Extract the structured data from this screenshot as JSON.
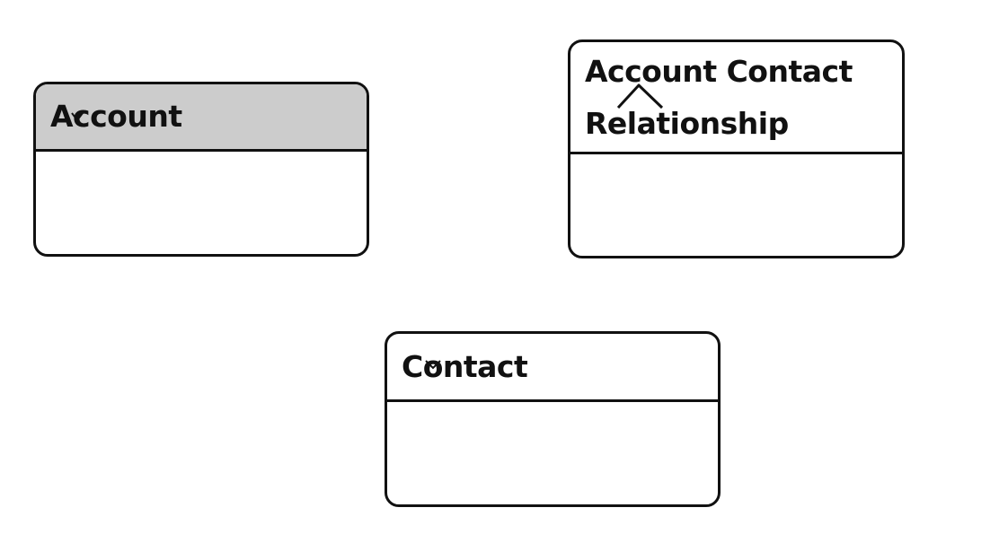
{
  "diagram": {
    "entities": [
      {
        "id": "account",
        "title_lines": [
          "Account"
        ],
        "header_color": "#cccccc"
      },
      {
        "id": "account-contact-relationship",
        "title_lines": [
          "Account Contact",
          "Relationship"
        ],
        "header_color": "#ffffff"
      },
      {
        "id": "contact",
        "title_lines": [
          "Contact"
        ],
        "header_color": "#ffffff"
      }
    ],
    "colors": {
      "stroke": "#111111",
      "highlight": "#cccccc",
      "background": "#ffffff"
    }
  }
}
